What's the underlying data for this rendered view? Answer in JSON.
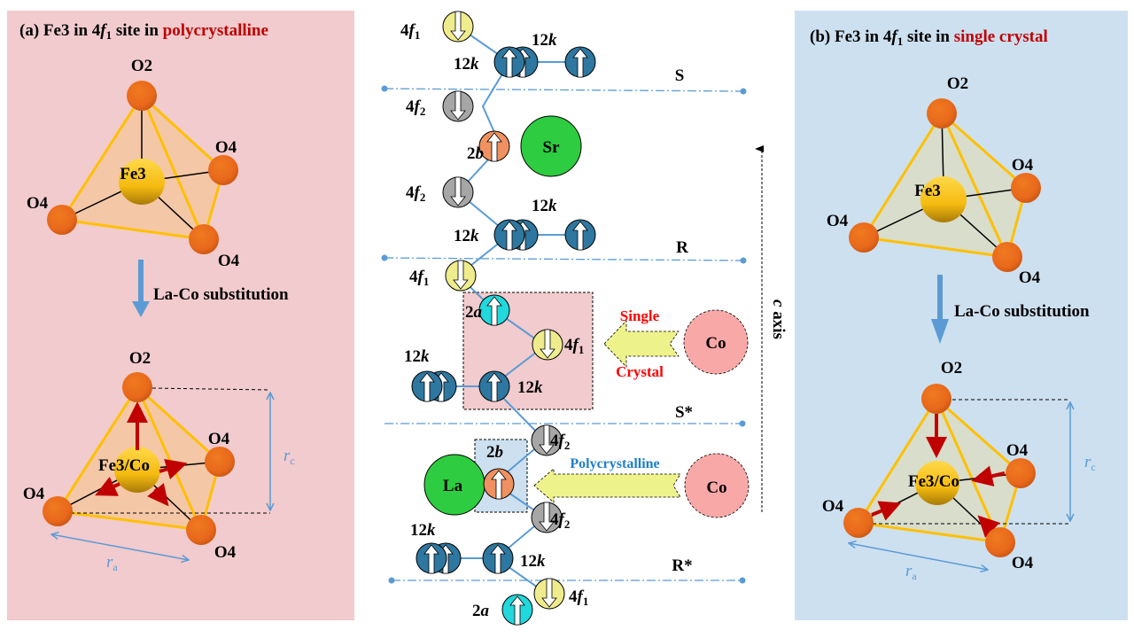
{
  "colors": {
    "panel_a_bg": "#f1cbcd",
    "panel_b_bg": "#cde0f0",
    "oxygen": "#e8681b",
    "fe": "#f7c21a",
    "poly_edge": "#ffc000",
    "poly_fill_a": "#f5c59e",
    "poly_fill_b": "#d9dcc5",
    "red_arrow": "#c00000",
    "blue_arrow": "#5b9bd5",
    "site_4f1": "#eeec8c",
    "site_4f2": "#a6a6a6",
    "site_12k": "#2e77a0",
    "site_2a": "#21d8dc",
    "site_2b": "#ef9160",
    "sr_la": "#2ecc40",
    "co": "#f9a8a8",
    "red_text": "#c00000",
    "single_crystal_text": "#ff0000",
    "poly_text": "#1f7fc8",
    "box_single": "#f1cbcd",
    "box_poly": "#cde0f0",
    "big_arrow": "#eef28a"
  },
  "panel_a": {
    "title_prefix": "(a) Fe3 in 4",
    "title_f": "f",
    "title_sub": "1",
    "title_mid": " site in ",
    "title_highlight": "polycrystalline",
    "top": {
      "apex": "O2",
      "right": "O4",
      "left": "O4",
      "bottom": "O4",
      "center": "Fe3"
    },
    "transition": "La-Co substitution",
    "bottom": {
      "apex": "O2",
      "right": "O4",
      "left": "O4",
      "bottom": "O4",
      "center": "Fe3/Co"
    },
    "rc_label": "r",
    "rc_sub": "c",
    "ra_label": "r",
    "ra_sub": "a",
    "arrow_direction": "outward"
  },
  "panel_b": {
    "title_prefix": "(b) Fe3 in 4",
    "title_f": "f",
    "title_sub": "1",
    "title_mid": " site in ",
    "title_highlight": "single crystal",
    "top": {
      "apex": "O2",
      "right": "O4",
      "left": "O4",
      "bottom": "O4",
      "center": "Fe3"
    },
    "transition": "La-Co substitution",
    "bottom": {
      "apex": "O2",
      "right": "O4",
      "left": "O4",
      "bottom": "O4",
      "center": "Fe3/Co"
    },
    "rc_label": "r",
    "rc_sub": "c",
    "ra_label": "r",
    "ra_sub": "a",
    "arrow_direction": "inward"
  },
  "center": {
    "layers": {
      "S": "S",
      "R": "R",
      "S_star": "S*",
      "R_star": "R*"
    },
    "sites": {
      "f4_1": {
        "num": "4",
        "f": "f",
        "sub": "1"
      },
      "f4_2": {
        "num": "4",
        "f": "f",
        "sub": "2"
      },
      "k12": {
        "num": "12",
        "k": "k"
      },
      "a2": {
        "num": "2",
        "a": "a"
      },
      "b2": {
        "num": "2",
        "b": "b"
      }
    },
    "atoms": {
      "sr": "Sr",
      "la": "La",
      "co": "Co"
    },
    "single_crystal_line1": "Single",
    "single_crystal_line2": "Crystal",
    "polycrystalline": "Polycrystalline",
    "c_axis": "c",
    "c_axis_rest": " axis"
  }
}
